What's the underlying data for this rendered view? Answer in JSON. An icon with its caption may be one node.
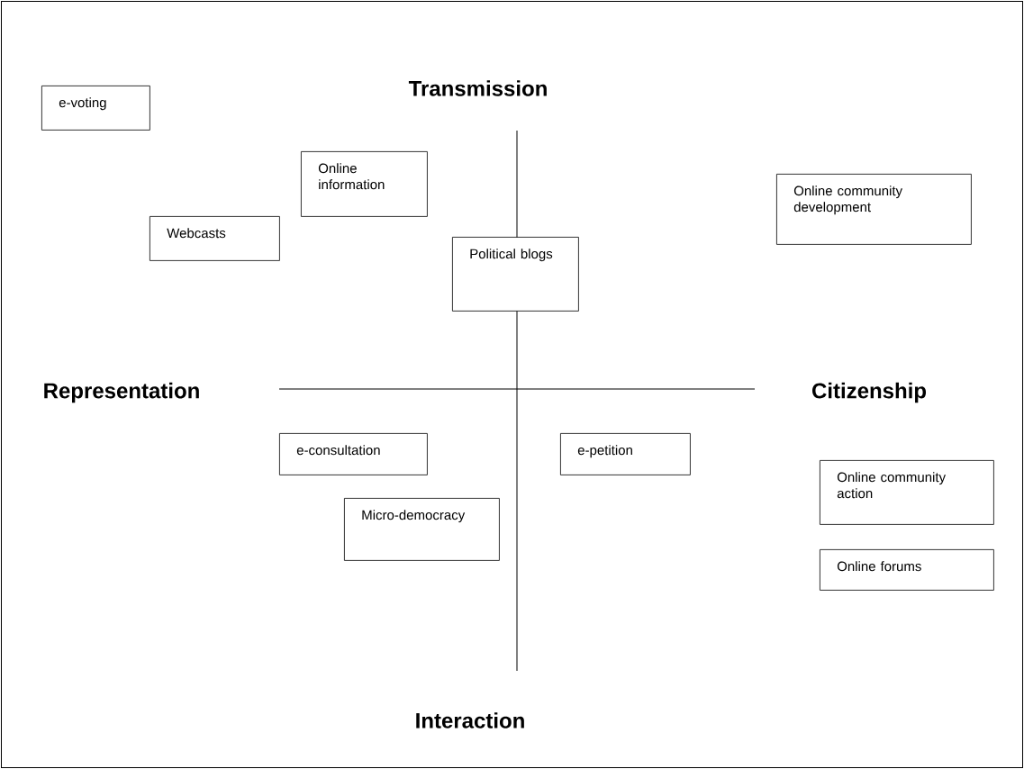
{
  "diagram": {
    "nodes": [
      {
        "text": [
          "e-voting"
        ]
      },
      {
        "text": [
          "Online information"
        ]
      },
      {
        "text": [
          "Webcasts"
        ]
      },
      {
        "text": [
          "Online community development"
        ]
      },
      {
        "text": [
          "Political blogs"
        ]
      },
      {
        "text": [
          "e-consultation"
        ]
      },
      {
        "text": [
          "e-petition"
        ]
      },
      {
        "text": [
          "Online community action"
        ]
      },
      {
        "text": [
          "Micro-democracy"
        ]
      },
      {
        "text": [
          "Online forums"
        ]
      }
    ],
    "labels": [
      "Transmission",
      "Representation",
      "Citizenship",
      "Interaction"
    ]
  }
}
